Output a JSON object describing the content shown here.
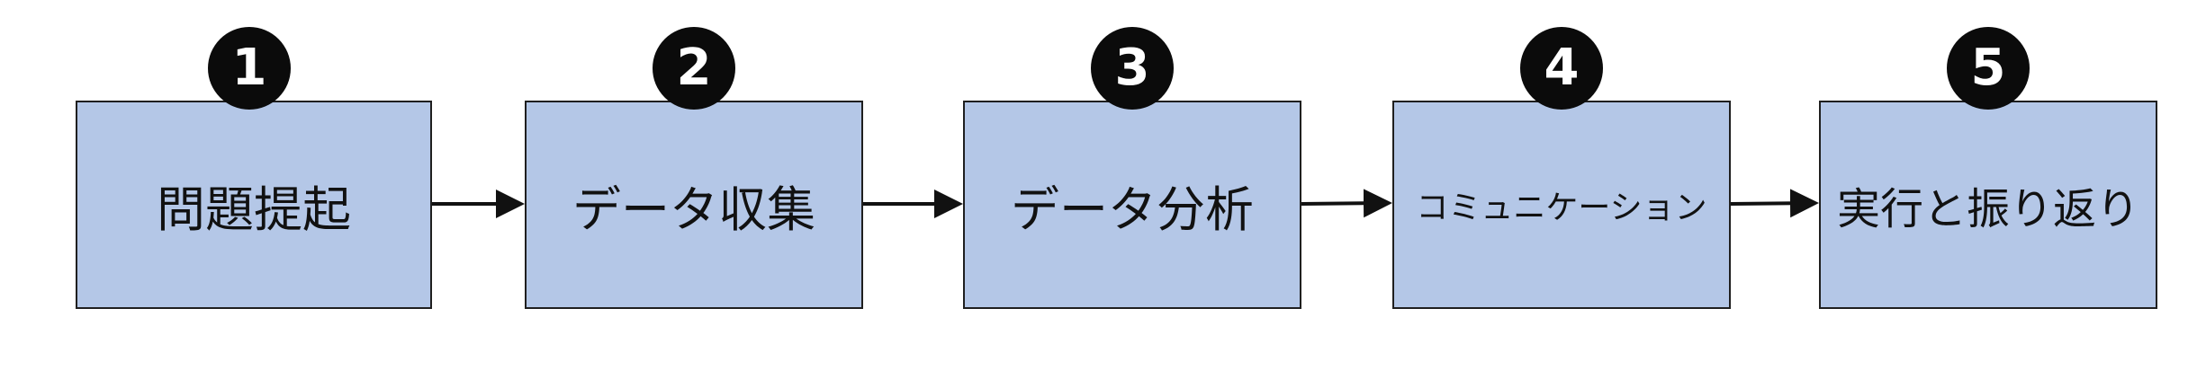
{
  "steps": [
    {
      "number": "1",
      "label": "問題提起"
    },
    {
      "number": "2",
      "label": "データ収集"
    },
    {
      "number": "3",
      "label": "データ分析"
    },
    {
      "number": "4",
      "label": "コミュニケーション"
    },
    {
      "number": "5",
      "label": "実行と振り返り"
    }
  ],
  "colors": {
    "box_fill": "#b4c7e7",
    "box_border": "#1f1f1f",
    "badge_fill": "#0b0b0b",
    "badge_text": "#ffffff",
    "arrow": "#111111"
  }
}
